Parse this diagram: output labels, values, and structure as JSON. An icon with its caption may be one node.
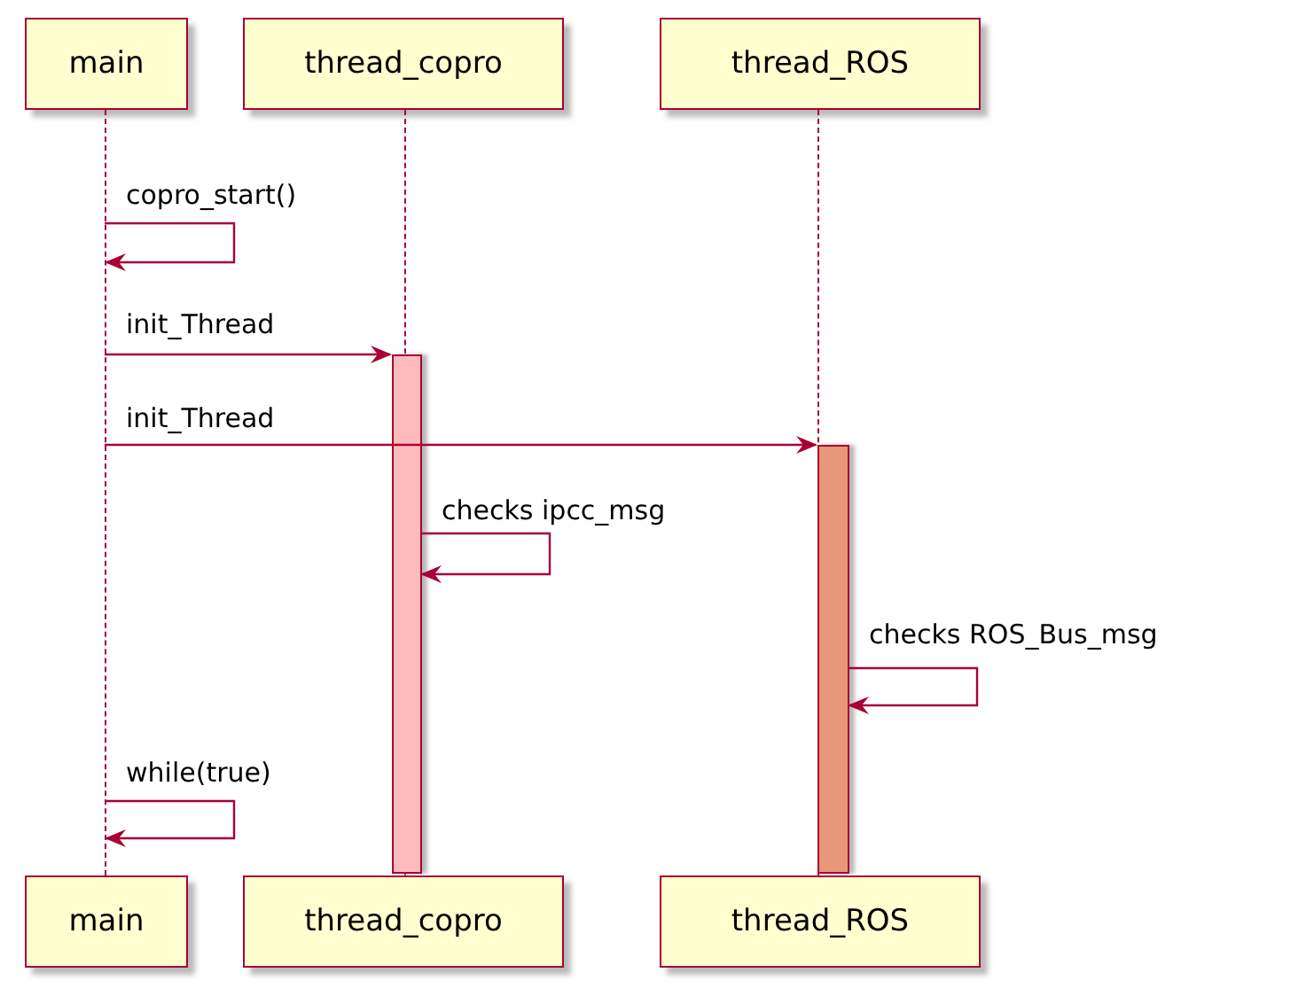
{
  "diagram": {
    "nodes": [
      {
        "text": [
          "main"
        ]
      },
      {
        "text": [
          "thread_copro"
        ]
      },
      {
        "text": [
          "thread_ROS"
        ]
      },
      {
        "text": [
          "main"
        ]
      },
      {
        "text": [
          "thread_copro"
        ]
      },
      {
        "text": [
          "thread_ROS"
        ]
      },
      {
        "text": [],
        "shape": "line"
      },
      {
        "text": [],
        "shape": "line"
      },
      {
        "text": [],
        "shape": "line"
      }
    ],
    "edges": [
      {
        "from": 6,
        "to": 6,
        "label": "copro_start()",
        "arrow": "to"
      },
      {
        "from": 6,
        "to": 7,
        "label": "init_Thread",
        "arrow": "to"
      },
      {
        "from": 6,
        "to": 8,
        "label": "init_Thread",
        "arrow": "to"
      },
      {
        "from": 7,
        "to": 7,
        "label": "checks ipcc_msg",
        "arrow": "to"
      },
      {
        "from": 8,
        "to": 8,
        "label": "checks ROS_Bus_msg",
        "arrow": "to"
      },
      {
        "from": 6,
        "to": 6,
        "label": "while(true)",
        "arrow": "to"
      }
    ]
  }
}
